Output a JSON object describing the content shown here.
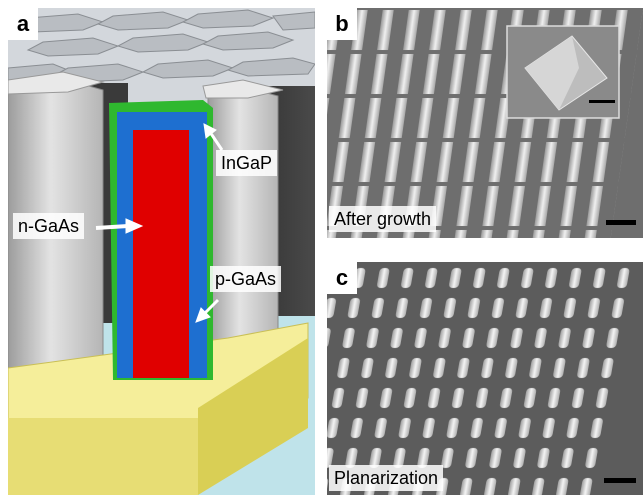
{
  "panel_a": {
    "letter": "a",
    "labels": {
      "n_gaas": "n-GaAs",
      "ingap": "InGaP",
      "p_gaas": "p-GaAs"
    },
    "colors": {
      "n_core": "#e00000",
      "p_shell": "#1e6fd0",
      "ingap_shell": "#2fb82f",
      "substrate_top": "#f5ee9a",
      "substrate_side": "#d9cf55",
      "background": "#bfe3ea",
      "pillars": "#c8c8c8"
    }
  },
  "panel_b": {
    "letter": "b",
    "caption": "After growth"
  },
  "panel_c": {
    "letter": "c",
    "caption": "Planarization"
  }
}
